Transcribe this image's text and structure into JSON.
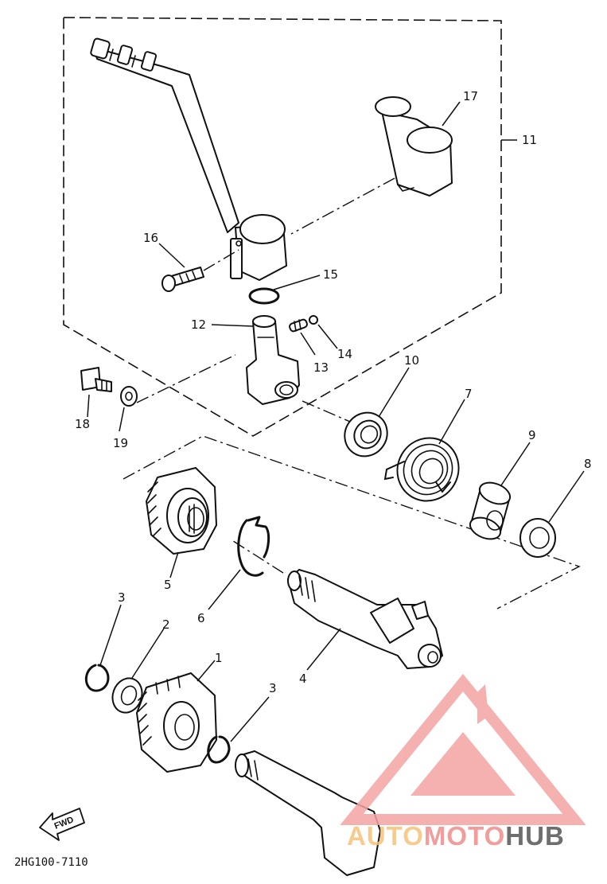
{
  "diagram": {
    "callouts": {
      "p1": "1",
      "p2": "2",
      "p3a": "3",
      "p3b": "3",
      "p4": "4",
      "p5": "5",
      "p6": "6",
      "p7": "7",
      "p8": "8",
      "p9": "9",
      "p10": "10",
      "p11": "11",
      "p12": "12",
      "p13": "13",
      "p14": "14",
      "p15": "15",
      "p16": "16",
      "p17": "17",
      "p18": "18",
      "p19": "19"
    },
    "fwd_label": "FWD",
    "drawing_code": "2HG100-7110"
  },
  "watermark": {
    "part1": "AUTO",
    "part2": "MOTO",
    "part3": "HUB",
    "colors": {
      "logo": "#f4a3a3",
      "auto": "#f6c27a",
      "moto": "#f28b8b",
      "hub": "#555555"
    }
  }
}
